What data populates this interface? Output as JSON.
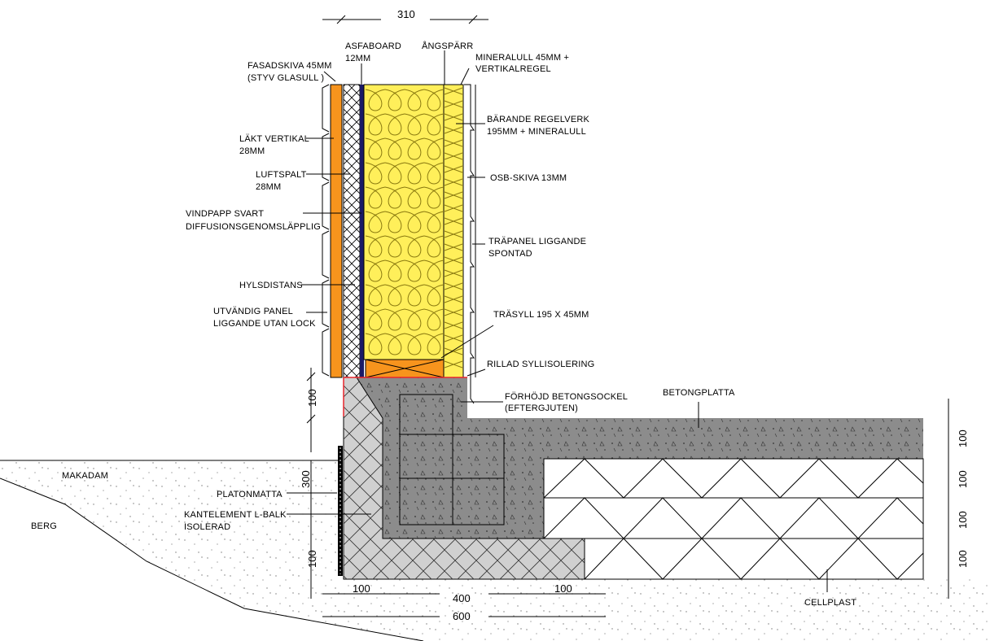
{
  "dimensions": {
    "top": "310",
    "plinth_height": "100",
    "edge_height": "300",
    "edge_lower": "100",
    "bottom_left": "100",
    "bottom_mid": "400",
    "bottom_right": "100",
    "bottom_total": "600",
    "right": [
      "100",
      "100",
      "100",
      "100"
    ]
  },
  "labels": {
    "fasadskiva": [
      "FASADSKIVA 45MM",
      "(STYV GLASULL )"
    ],
    "asfaboard": [
      "ASFABOARD",
      "12MM"
    ],
    "angsparr": [
      "ÅNGSPÄRR"
    ],
    "mineralull": [
      "MINERALULL 45MM +",
      "VERTIKALREGEL"
    ],
    "barande": [
      "BÄRANDE REGELVERK",
      "195MM + MINERALULL"
    ],
    "lakt": [
      "LÄKT VERTIKAL",
      "28MM"
    ],
    "luftspalt": [
      "LUFTSPALT",
      "28MM"
    ],
    "osb": [
      "OSB-SKIVA 13MM"
    ],
    "vindpapp": [
      "VINDPAPP SVART",
      "DIFFUSIONSGENOMSLÄPPLIG"
    ],
    "trapanel": [
      "TRÄPANEL LIGGANDE",
      "SPONTAD"
    ],
    "hylsdistans": [
      "HYLSDISTANS"
    ],
    "trasyll": [
      "TRÄSYLL 195 X 45MM"
    ],
    "utvandig": [
      "UTVÄNDIG PANEL",
      "LIGGANDE UTAN LOCK"
    ],
    "rillad": [
      "RILLAD SYLLISOLERING"
    ],
    "forhojd": [
      "FÖRHÖJD BETONGSOCKEL",
      "(EFTERGJUTEN)"
    ],
    "betongplatta": [
      "BETONGPLATTA"
    ],
    "makadam": [
      "MAKADAM"
    ],
    "platonmatta": [
      "PLATONMATTA"
    ],
    "berg": [
      "BERG"
    ],
    "kantelement": [
      "KANTELEMENT L-BALK",
      "ISOLERAD"
    ],
    "cellplast": [
      "CELLPLAST"
    ]
  },
  "colors": {
    "facade_board": "#f7941d",
    "sill": "#f7941d",
    "insulation": "#ffef5a",
    "insulation_line": "#8a7a10",
    "concrete": "#8c8c8c",
    "concrete_light": "#d0d0d0",
    "vapour_barrier": "#1a1a66",
    "sill_seal": "#e8262d"
  }
}
